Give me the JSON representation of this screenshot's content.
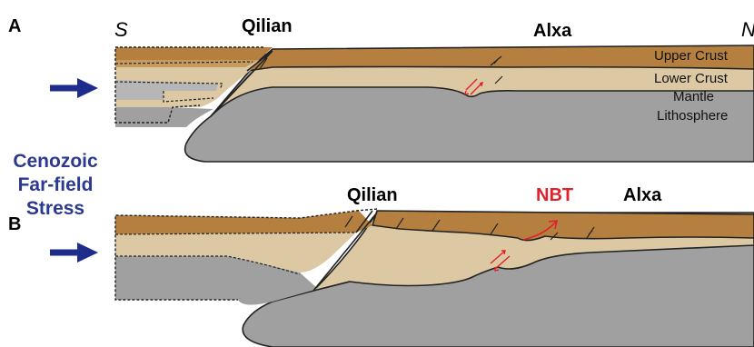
{
  "panels": {
    "a": {
      "label": "A",
      "south": "S",
      "north": "N",
      "left_place": "Qilian",
      "right_place": "Alxa",
      "layers": [
        "Upper Crust",
        "Lower Crust",
        "Mantle",
        "Lithosphere"
      ]
    },
    "b": {
      "label": "B",
      "left_place": "Qilian",
      "fault": "NBT",
      "right_place": "Alxa"
    }
  },
  "stress": {
    "lines": [
      "Cenozoic",
      "Far-field",
      "Stress"
    ]
  },
  "colors": {
    "upper_crust": "#b5803f",
    "lower_crust": "#dcc9a3",
    "mantle": "#a0a0a0",
    "arrow": "#1e2d8c",
    "fault": "#e0202a"
  }
}
